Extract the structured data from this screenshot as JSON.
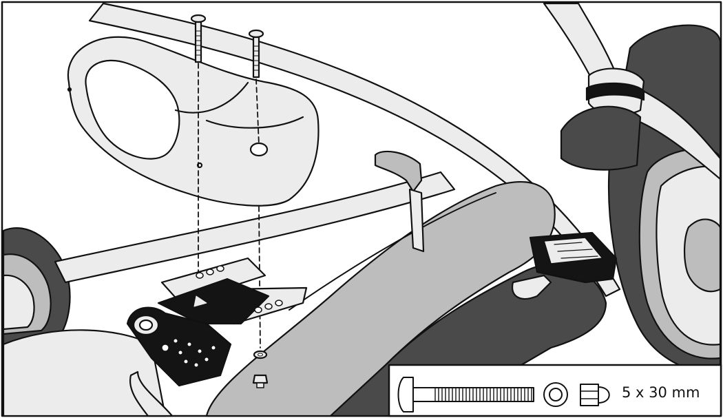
{
  "hardware_callout": {
    "size_label": "5 x 30 mm",
    "items": [
      "carriage-bolt",
      "washer",
      "nut"
    ]
  },
  "colors": {
    "outline": "#111111",
    "light_part": "#ececec",
    "mid_part": "#bdbdbd",
    "dark_part": "#4a4a4a",
    "black_part": "#141414",
    "background": "#ffffff"
  }
}
